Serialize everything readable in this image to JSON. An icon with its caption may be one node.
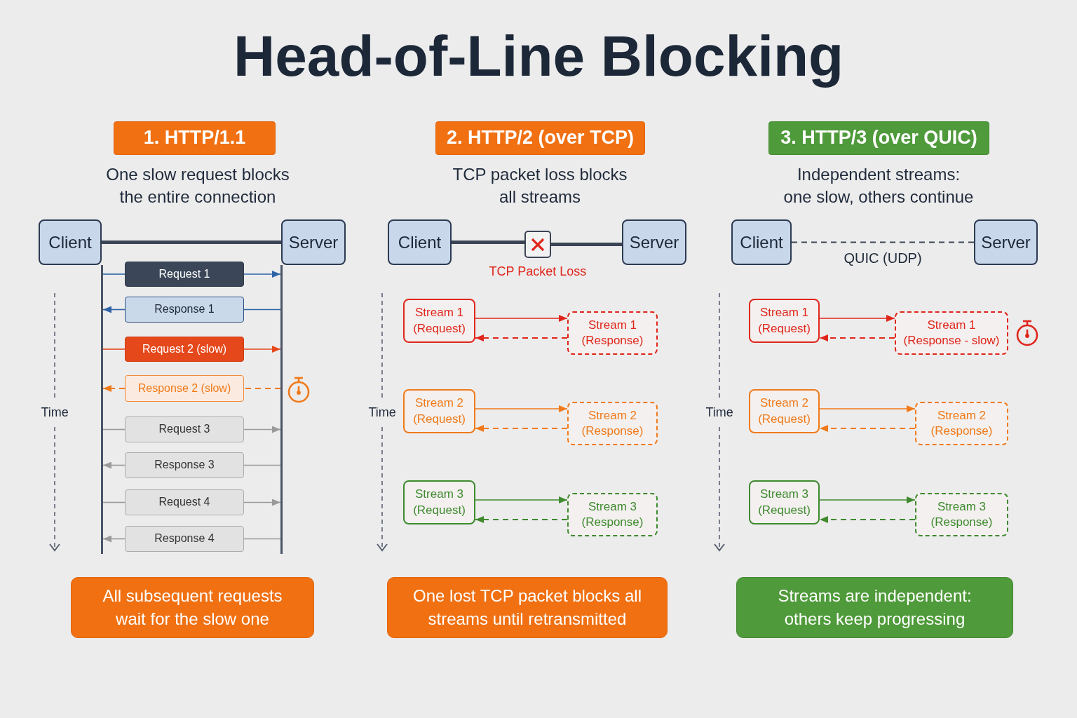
{
  "diagram": {
    "title": "Head-of-Line Blocking",
    "nodes": [
      {
        "text": [
          "1. HTTP/1.1"
        ]
      },
      {
        "text": [
          "Client"
        ]
      },
      {
        "text": [
          "Server"
        ]
      },
      {
        "text": [],
        "shape": "line"
      },
      {
        "text": [],
        "shape": "line"
      },
      {
        "text": [
          "Request 1"
        ]
      },
      {
        "text": [
          "Response 1"
        ]
      },
      {
        "text": [
          "Request 2 (slow)"
        ]
      },
      {
        "text": [
          "Response 2 (slow)"
        ]
      },
      {
        "text": [
          "Request 3"
        ]
      },
      {
        "text": [
          "Response 3"
        ]
      },
      {
        "text": [
          "Request 4"
        ]
      },
      {
        "text": [
          "Response 4"
        ]
      },
      {
        "text": [
          "All subsequent requests wait for the slow one"
        ]
      },
      {
        "text": [
          "2. HTTP/2 (over TCP)"
        ]
      },
      {
        "text": [
          "Client"
        ]
      },
      {
        "text": [],
        "shape": "box",
        "beside": [
          "TCP Packet Loss"
        ]
      },
      {
        "text": [
          "Server"
        ]
      },
      {
        "text": [
          "Stream 1 (Request)"
        ]
      },
      {
        "text": [
          "Stream 1 (Response)"
        ]
      },
      {
        "text": [
          "Stream 2 (Request)"
        ]
      },
      {
        "text": [
          "Stream 2 (Response)"
        ]
      },
      {
        "text": [
          "Stream 3 (Request)"
        ]
      },
      {
        "text": [
          "Stream 3 (Response)"
        ]
      },
      {
        "text": [
          "One lost TCP packet blocks all streams until retransmitted"
        ]
      },
      {
        "text": [
          "3. HTTP/3 (over QUIC)"
        ]
      },
      {
        "text": [
          "Client"
        ]
      },
      {
        "text": [
          "Server"
        ]
      },
      {
        "text": [
          "Stream 1 (Request)"
        ]
      },
      {
        "text": [
          "Stream 1 (Response - slow)"
        ]
      },
      {
        "text": [
          "Stream 2 (Request)"
        ]
      },
      {
        "text": [
          "Stream 2 (Response)"
        ]
      },
      {
        "text": [
          "Stream 3 (Request)"
        ]
      },
      {
        "text": [
          "Stream 3 (Response)"
        ]
      },
      {
        "text": [
          "Streams are independent: others keep progressing"
        ]
      }
    ],
    "edges": [
      {
        "from": 1,
        "to": 2,
        "arrow": "none",
        "style": "thick",
        "color": "#3b4455"
      },
      {
        "from": 3,
        "to": 5,
        "arrow": "none",
        "color": "#2f63a8"
      },
      {
        "from": 5,
        "to": 4,
        "arrow": "to",
        "color": "#2f63a8"
      },
      {
        "from": 4,
        "to": 6,
        "arrow": "none",
        "color": "#2f63a8"
      },
      {
        "from": 6,
        "to": 3,
        "arrow": "to",
        "color": "#2f63a8"
      },
      {
        "from": 3,
        "to": 7,
        "arrow": "none",
        "color": "#e5481b"
      },
      {
        "from": 7,
        "to": 4,
        "arrow": "to",
        "color": "#e5481b"
      },
      {
        "from": 4,
        "to": 8,
        "arrow": "none",
        "style": "dashed",
        "color": "#f07a1a"
      },
      {
        "from": 8,
        "to": 3,
        "arrow": "to",
        "style": "dashed",
        "color": "#f07a1a"
      },
      {
        "from": 3,
        "to": 9,
        "arrow": "none"
      },
      {
        "from": 9,
        "to": 4,
        "arrow": "to"
      },
      {
        "from": 4,
        "to": 10,
        "arrow": "none"
      },
      {
        "from": 10,
        "to": 3,
        "arrow": "to"
      },
      {
        "from": 3,
        "to": 11,
        "arrow": "none"
      },
      {
        "from": 11,
        "to": 4,
        "arrow": "to"
      },
      {
        "from": 4,
        "to": 12,
        "arrow": "none"
      },
      {
        "from": 12,
        "to": 3,
        "arrow": "to"
      },
      {
        "from": 15,
        "to": 16,
        "arrow": "none",
        "style": "thick",
        "color": "#3b4455"
      },
      {
        "from": 16,
        "to": 17,
        "arrow": "none",
        "style": "thick",
        "color": "#3b4455"
      },
      {
        "from": 18,
        "to": 19,
        "arrow": "to",
        "color": "#e0261b"
      },
      {
        "from": 19,
        "to": 18,
        "arrow": "to",
        "style": "dashed",
        "color": "#e0261b"
      },
      {
        "from": 20,
        "to": 21,
        "arrow": "to",
        "color": "#f07a1a"
      },
      {
        "from": 21,
        "to": 20,
        "arrow": "to",
        "style": "dashed",
        "color": "#f07a1a"
      },
      {
        "from": 22,
        "to": 23,
        "arrow": "to",
        "color": "#3f8a2f"
      },
      {
        "from": 23,
        "to": 22,
        "arrow": "to",
        "style": "dashed",
        "color": "#3f8a2f"
      },
      {
        "from": 26,
        "to": 27,
        "arrow": "none",
        "label": "QUIC (UDP)",
        "style": "dashed",
        "color": "#3b4455"
      },
      {
        "from": 28,
        "to": 29,
        "arrow": "to",
        "color": "#e0261b"
      },
      {
        "from": 29,
        "to": 28,
        "arrow": "to",
        "style": "dashed",
        "color": "#e0261b"
      },
      {
        "from": 30,
        "to": 31,
        "arrow": "to",
        "color": "#f07a1a"
      },
      {
        "from": 31,
        "to": 30,
        "arrow": "to",
        "style": "dashed",
        "color": "#f07a1a"
      },
      {
        "from": 32,
        "to": 33,
        "arrow": "to",
        "color": "#3f8a2f"
      },
      {
        "from": 33,
        "to": 32,
        "arrow": "to",
        "style": "dashed",
        "color": "#3f8a2f"
      }
    ],
    "labels": [
      "One slow request blocks the entire connection",
      "TCP packet loss blocks all streams",
      "Independent streams: one slow, others continue",
      "Time",
      "Time",
      "Time"
    ]
  }
}
